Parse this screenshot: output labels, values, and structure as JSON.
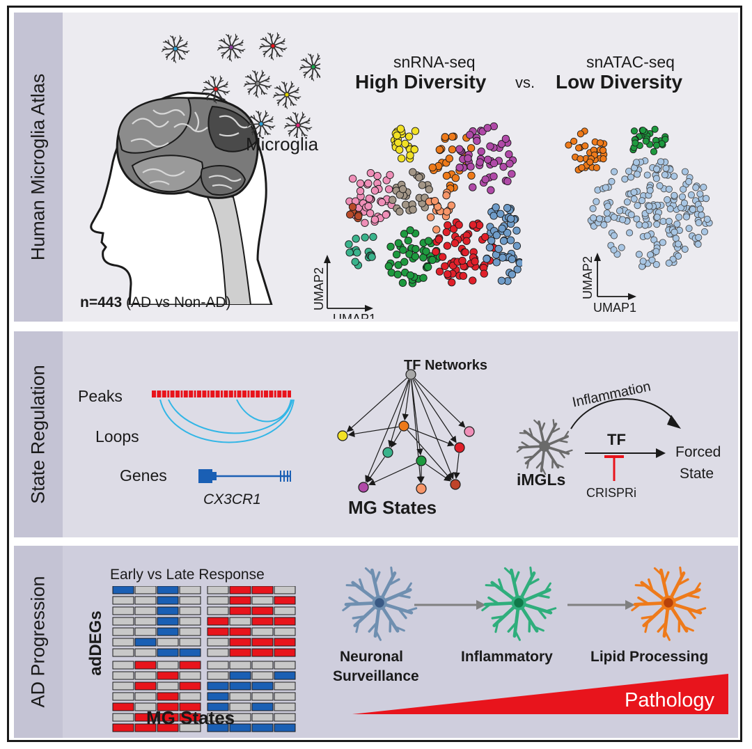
{
  "colors": {
    "panel1_bg": "#ecebf0",
    "panel2_bg": "#dddce6",
    "panel3_bg": "#cfcedd",
    "side_bg": "#c4c3d4",
    "red": "#e8141c",
    "blue": "#1a5fb4",
    "light_blue": "#32b6e6",
    "gray_cell": "#c8c8c8"
  },
  "panel1": {
    "side_label": "Human Microglia Atlas",
    "microglia_label": "Microglia",
    "n_bold": "n=443",
    "n_rest": "(AD vs Non-AD)",
    "snrna_title": "snRNA-seq",
    "snrna_sub": "High Diversity",
    "vs": "vs.",
    "snatac_title": "snATAC-seq",
    "snatac_sub": "Low Diversity",
    "umap1": "UMAP1",
    "umap2": "UMAP2"
  },
  "panel2": {
    "side_label": "State Regulation",
    "peaks": "Peaks",
    "loops": "Loops",
    "genes": "Genes",
    "gene_name": "CX3CR1",
    "tf_networks": "TF Networks",
    "mg_states": "MG States",
    "inflammation": "Inflammation",
    "tf": "TF",
    "forced_state_1": "Forced",
    "forced_state_2": "State",
    "imgls": "iMGLs",
    "crispri": "CRISPRi"
  },
  "panel3": {
    "side_label": "AD Progression",
    "heatmap_title": "Early vs Late Response",
    "adDEGs": "adDEGs",
    "mg_states": "MG States",
    "state1_line1": "Neuronal",
    "state1_line2": "Surveillance",
    "state2": "Inflammatory",
    "state3": "Lipid Processing",
    "pathology": "Pathology"
  },
  "heatmap": {
    "row_height": 15,
    "left_block": [
      [
        "b",
        "g",
        "b",
        "g"
      ],
      [
        "g",
        "g",
        "b",
        "g"
      ],
      [
        "g",
        "g",
        "b",
        "g"
      ],
      [
        "g",
        "g",
        "b",
        "g"
      ],
      [
        "g",
        "g",
        "b",
        "g"
      ],
      [
        "g",
        "b",
        "g",
        "g"
      ],
      [
        "g",
        "g",
        "b",
        "b"
      ],
      [
        "g",
        "r",
        "g",
        "r"
      ],
      [
        "g",
        "g",
        "r",
        "g"
      ],
      [
        "g",
        "r",
        "g",
        "r"
      ],
      [
        "g",
        "g",
        "r",
        "g"
      ],
      [
        "r",
        "g",
        "r",
        "r"
      ],
      [
        "g",
        "r",
        "r",
        "r"
      ],
      [
        "r",
        "r",
        "r",
        "g"
      ]
    ],
    "right_block": [
      [
        "g",
        "r",
        "r",
        "g"
      ],
      [
        "g",
        "r",
        "g",
        "r"
      ],
      [
        "g",
        "r",
        "r",
        "g"
      ],
      [
        "r",
        "g",
        "r",
        "r"
      ],
      [
        "r",
        "r",
        "g",
        "g"
      ],
      [
        "g",
        "r",
        "r",
        "r"
      ],
      [
        "g",
        "r",
        "r",
        "r"
      ],
      [
        "g",
        "g",
        "g",
        "g"
      ],
      [
        "g",
        "b",
        "g",
        "b"
      ],
      [
        "b",
        "b",
        "b",
        "g"
      ],
      [
        "b",
        "g",
        "g",
        "g"
      ],
      [
        "b",
        "g",
        "b",
        "g"
      ],
      [
        "g",
        "g",
        "g",
        "g"
      ],
      [
        "b",
        "b",
        "b",
        "b"
      ]
    ]
  }
}
